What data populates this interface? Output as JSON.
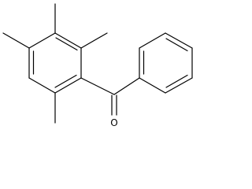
{
  "structure": {
    "atoms": [
      {
        "id": "o1",
        "element": "O",
        "label": "O"
      }
    ]
  }
}
